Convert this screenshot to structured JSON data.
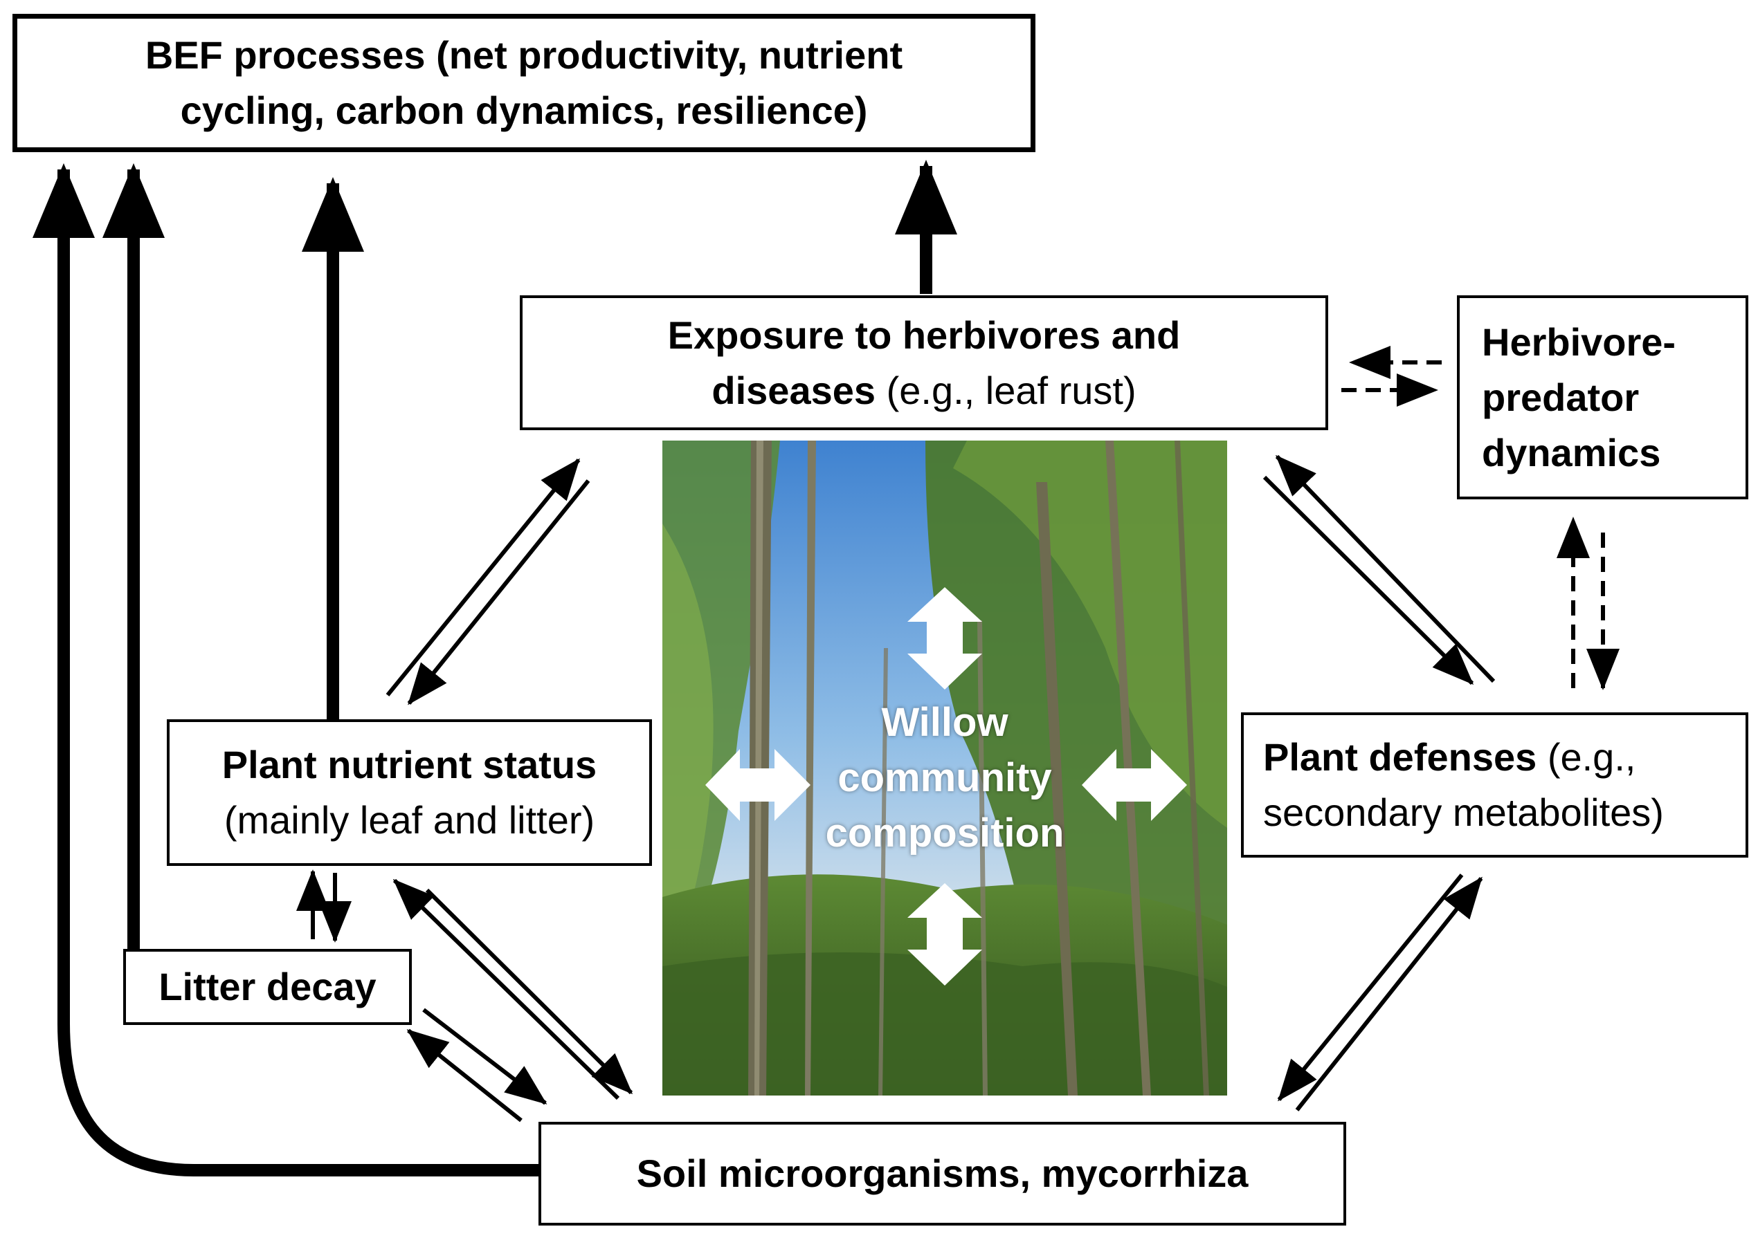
{
  "boxes": {
    "bef": {
      "line1": "BEF processes (net productivity, nutrient",
      "line2": "cycling, carbon dynamics, resilience)"
    },
    "exposure": {
      "line1": "Exposure to herbivores and",
      "line2_bold": "diseases",
      "line2_rest": " (e.g., leaf rust)"
    },
    "herbivore": {
      "line1": "Herbivore-",
      "line2": "predator",
      "line3": "dynamics"
    },
    "nutrient": {
      "line1": "Plant nutrient status",
      "line2": "(mainly leaf and litter)"
    },
    "defenses": {
      "line1_bold": "Plant defenses",
      "line1_rest": " (e.g.,",
      "line2": "secondary metabolites)"
    },
    "litter": {
      "line1": "Litter decay"
    },
    "soil": {
      "line1": "Soil microorganisms, mycorrhiza"
    }
  },
  "center": {
    "line1": "Willow",
    "line2": "community",
    "line3": "composition"
  },
  "colors": {
    "stroke": "#000000",
    "photo_arrow": "#ffffff",
    "sky": "#5d9ad8",
    "foliage": "#4f7a2c"
  }
}
